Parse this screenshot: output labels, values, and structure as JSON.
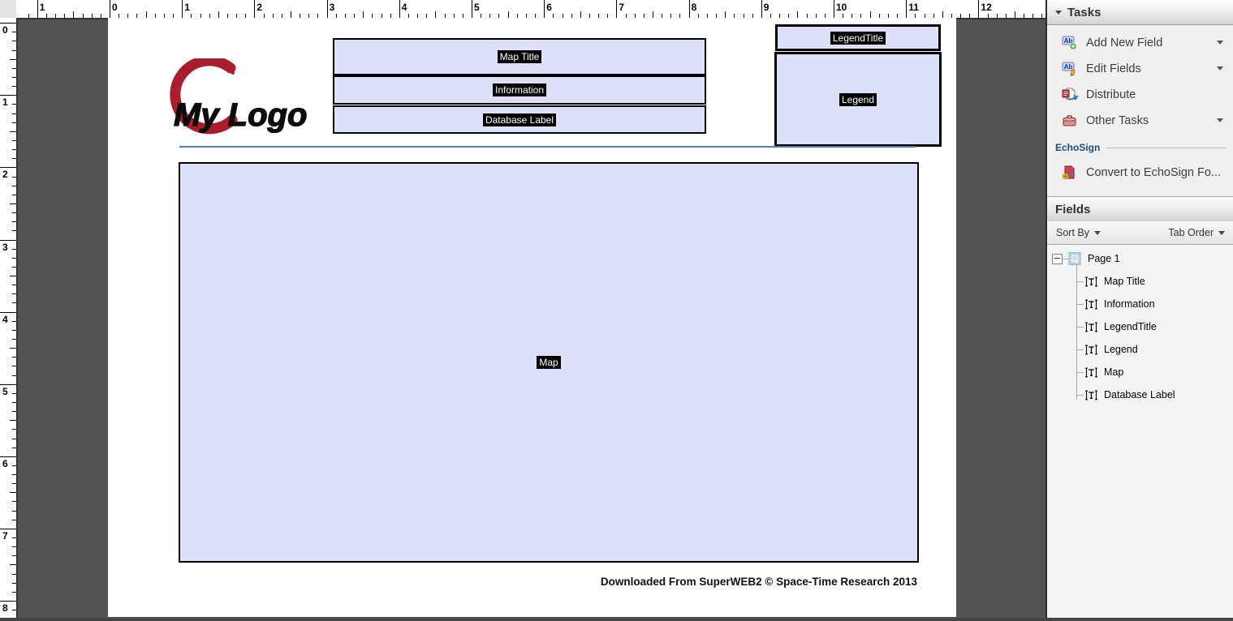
{
  "ruler": {
    "horizontal_labels": [
      "1",
      "0",
      "1",
      "2",
      "3",
      "4",
      "5",
      "6",
      "7",
      "8",
      "9",
      "10",
      "11",
      "12"
    ],
    "vertical_labels": [
      "0",
      "1",
      "2",
      "3",
      "4",
      "5",
      "6",
      "7",
      "8"
    ]
  },
  "page": {
    "logo_text": "My Logo",
    "footer": "Downloaded From SuperWEB2 © Space-Time Research 2013",
    "form_fields": {
      "map_title": "Map Title",
      "information": "Information",
      "database_label": "Database Label",
      "legend_title": "LegendTitle",
      "legend": "Legend",
      "map": "Map"
    }
  },
  "tasks_panel": {
    "title": "Tasks",
    "items": [
      {
        "label": "Add New Field",
        "icon": "add-new-field-icon",
        "has_dropdown": true
      },
      {
        "label": "Edit Fields",
        "icon": "edit-fields-icon",
        "has_dropdown": true
      },
      {
        "label": "Distribute",
        "icon": "distribute-icon",
        "has_dropdown": false
      },
      {
        "label": "Other Tasks",
        "icon": "briefcase-icon",
        "has_dropdown": true
      }
    ],
    "echosign": {
      "section_label": "EchoSign",
      "item_label": "Convert to EchoSign Fo..."
    }
  },
  "fields_panel": {
    "title": "Fields",
    "sort_by_label": "Sort By",
    "tab_order_label": "Tab Order",
    "tree": {
      "root": "Page 1",
      "children": [
        "Map Title",
        "Information",
        "LegendTitle",
        "Legend",
        "Map",
        "Database Label"
      ]
    }
  },
  "colors": {
    "canvas": "#545454",
    "field_fill": "#dce1f9",
    "field_border": "#000000",
    "label_tag_bg": "#000000",
    "label_tag_text": "#ffffff",
    "logo_red": "#a81e2e",
    "header_rule_blue": "#4f7cac",
    "echosign_label": "#1b4a7a"
  }
}
